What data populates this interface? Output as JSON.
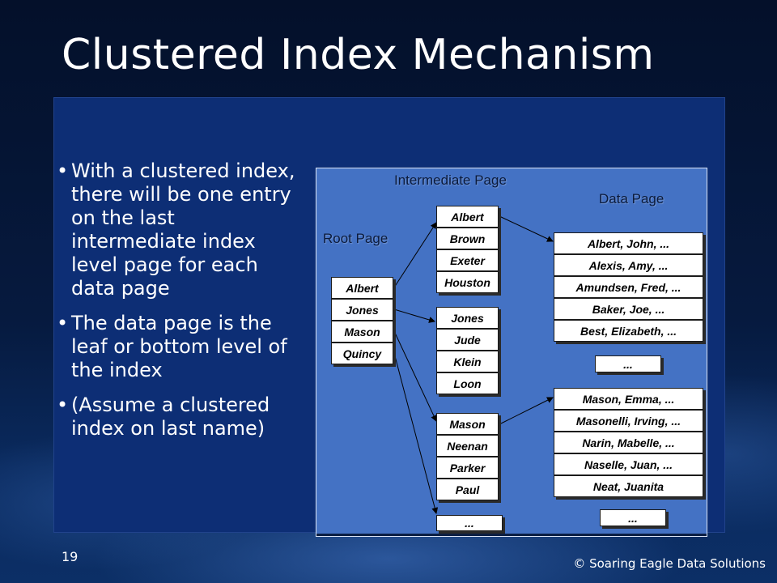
{
  "slide": {
    "title": "Clustered Index Mechanism",
    "page_number": "19",
    "copyright": "© Soaring Eagle Data Solutions"
  },
  "bullets": [
    "With a clustered index, there will be one entry on the last intermediate index level page for each data page",
    "The data page is the leaf or bottom level of the index",
    "(Assume a clustered index on last name)"
  ],
  "diagram": {
    "labels": {
      "intermediate": "Intermediate Page",
      "data": "Data Page",
      "root": "Root Page"
    },
    "root_page": [
      "Albert",
      "Jones",
      "Mason",
      "Quincy"
    ],
    "intermediate_pages": [
      [
        "Albert",
        "Brown",
        "Exeter",
        "Houston"
      ],
      [
        "Jones",
        "Jude",
        "Klein",
        "Loon"
      ],
      [
        "Mason",
        "Neenan",
        "Parker",
        "Paul"
      ],
      [
        "..."
      ]
    ],
    "data_pages": [
      [
        "Albert, John, ...",
        "Alexis, Amy, ...",
        "Amundsen, Fred, ...",
        "Baker, Joe, ...",
        "Best, Elizabeth, ..."
      ],
      [
        "..."
      ],
      [
        "Mason, Emma, ...",
        "Masonelli, Irving, ...",
        "Narin, Mabelle, ...",
        "Naselle, Juan, ...",
        "Neat, Juanita"
      ],
      [
        "..."
      ]
    ]
  }
}
